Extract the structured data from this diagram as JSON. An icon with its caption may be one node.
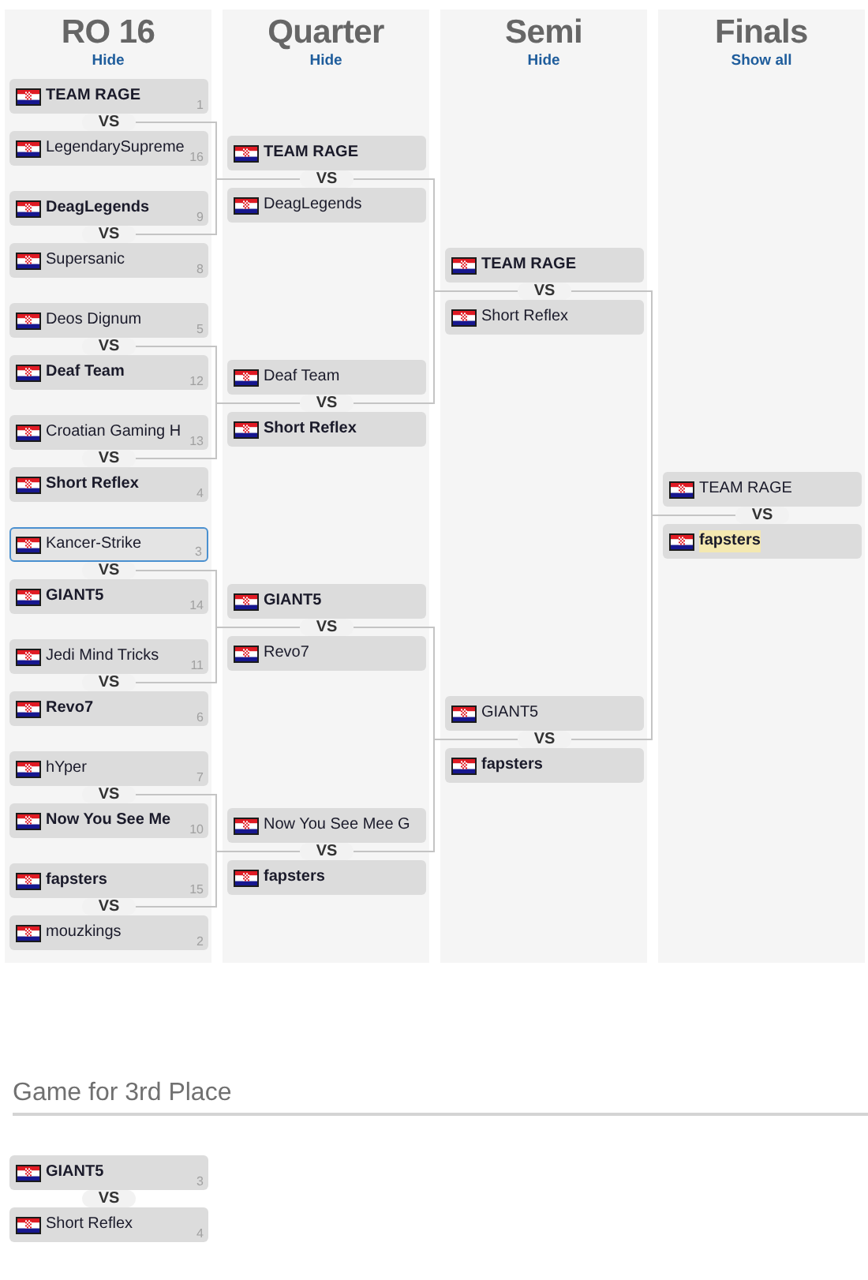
{
  "diagram": {
    "nodes": [
      {
        "text": [
          "RO 16",
          "Hide"
        ]
      },
      {
        "text": [
          "TEAM RAGE",
          "1"
        ],
        "in": 0
      },
      {
        "text": [
          "VS"
        ],
        "in": 0
      },
      {
        "text": [
          "LegendarySupreme",
          "16"
        ],
        "in": 0
      },
      {
        "text": [
          "DeagLegends",
          "9"
        ],
        "in": 0
      },
      {
        "text": [
          "VS"
        ],
        "in": 0
      },
      {
        "text": [
          "Supersanic",
          "8"
        ],
        "in": 0
      },
      {
        "text": [
          "Deos Dignum",
          "5"
        ],
        "in": 0
      },
      {
        "text": [
          "VS"
        ],
        "in": 0
      },
      {
        "text": [
          "Deaf Team",
          "12"
        ],
        "in": 0
      },
      {
        "text": [
          "Croatian Gaming H",
          "13"
        ],
        "in": 0
      },
      {
        "text": [
          "VS"
        ],
        "in": 0
      },
      {
        "text": [
          "Short Reflex",
          "4"
        ],
        "in": 0
      },
      {
        "text": [
          "Kancer-Strike",
          "3"
        ],
        "in": 0
      },
      {
        "text": [
          "VS"
        ],
        "in": 0
      },
      {
        "text": [
          "GIANT5",
          "14"
        ],
        "in": 0
      },
      {
        "text": [
          "Jedi Mind Tricks",
          "11"
        ],
        "in": 0
      },
      {
        "text": [
          "VS"
        ],
        "in": 0
      },
      {
        "text": [
          "Revo7",
          "6"
        ],
        "in": 0
      },
      {
        "text": [
          "hYper",
          "7"
        ],
        "in": 0
      },
      {
        "text": [
          "VS"
        ],
        "in": 0
      },
      {
        "text": [
          "Now You See Me",
          "10"
        ],
        "in": 0
      },
      {
        "text": [
          "fapsters",
          "15"
        ],
        "in": 0
      },
      {
        "text": [
          "VS"
        ],
        "in": 0
      },
      {
        "text": [
          "mouzkings",
          "2"
        ],
        "in": 0
      },
      {
        "text": [
          "Quarter",
          "Hide"
        ]
      },
      {
        "text": [
          "TEAM RAGE"
        ],
        "in": 25
      },
      {
        "text": [
          "VS"
        ],
        "in": 25
      },
      {
        "text": [
          "DeagLegends"
        ],
        "in": 25
      },
      {
        "text": [
          "Deaf Team"
        ],
        "in": 25
      },
      {
        "text": [
          "VS"
        ],
        "in": 25
      },
      {
        "text": [
          "Short Reflex"
        ],
        "in": 25
      },
      {
        "text": [
          "GIANT5"
        ],
        "in": 25
      },
      {
        "text": [
          "VS"
        ],
        "in": 25
      },
      {
        "text": [
          "Revo7"
        ],
        "in": 25
      },
      {
        "text": [
          "Now You See Mee G"
        ],
        "in": 25
      },
      {
        "text": [
          "VS"
        ],
        "in": 25
      },
      {
        "text": [
          "fapsters"
        ],
        "in": 25
      },
      {
        "text": [
          "Semi",
          "Hide"
        ]
      },
      {
        "text": [
          "TEAM RAGE"
        ],
        "in": 38
      },
      {
        "text": [
          "VS"
        ],
        "in": 38
      },
      {
        "text": [
          "Short Reflex"
        ],
        "in": 38
      },
      {
        "text": [
          "GIANT5"
        ],
        "in": 38
      },
      {
        "text": [
          "VS"
        ],
        "in": 38
      },
      {
        "text": [
          "fapsters"
        ],
        "in": 38
      },
      {
        "text": [
          "Finals",
          "Show all"
        ]
      },
      {
        "text": [
          "TEAM RAGE"
        ],
        "in": 45
      },
      {
        "text": [
          "VS"
        ],
        "in": 45
      },
      {
        "text": [
          "fapsters"
        ],
        "in": 45
      },
      {
        "text": [
          "GIANT5",
          "3"
        ]
      },
      {
        "text": [
          "VS"
        ]
      },
      {
        "text": [
          "Short Reflex",
          "4"
        ]
      }
    ],
    "edges": [
      {
        "from": 2,
        "to": 27,
        "arrow": "none"
      },
      {
        "from": 5,
        "to": 27,
        "arrow": "none"
      },
      {
        "from": 8,
        "to": 30,
        "arrow": "none"
      },
      {
        "from": 11,
        "to": 30,
        "arrow": "none"
      },
      {
        "from": 14,
        "to": 33,
        "arrow": "none"
      },
      {
        "from": 17,
        "to": 33,
        "arrow": "none"
      },
      {
        "from": 20,
        "to": 36,
        "arrow": "none"
      },
      {
        "from": 23,
        "to": 36,
        "arrow": "none"
      },
      {
        "from": 27,
        "to": 40,
        "arrow": "none"
      },
      {
        "from": 30,
        "to": 40,
        "arrow": "none"
      },
      {
        "from": 33,
        "to": 43,
        "arrow": "none"
      },
      {
        "from": 36,
        "to": 43,
        "arrow": "none"
      },
      {
        "from": 40,
        "to": 47,
        "arrow": "none"
      },
      {
        "from": 43,
        "to": 47,
        "arrow": "none"
      }
    ],
    "labels": [
      "Game for 3rd Place"
    ]
  }
}
